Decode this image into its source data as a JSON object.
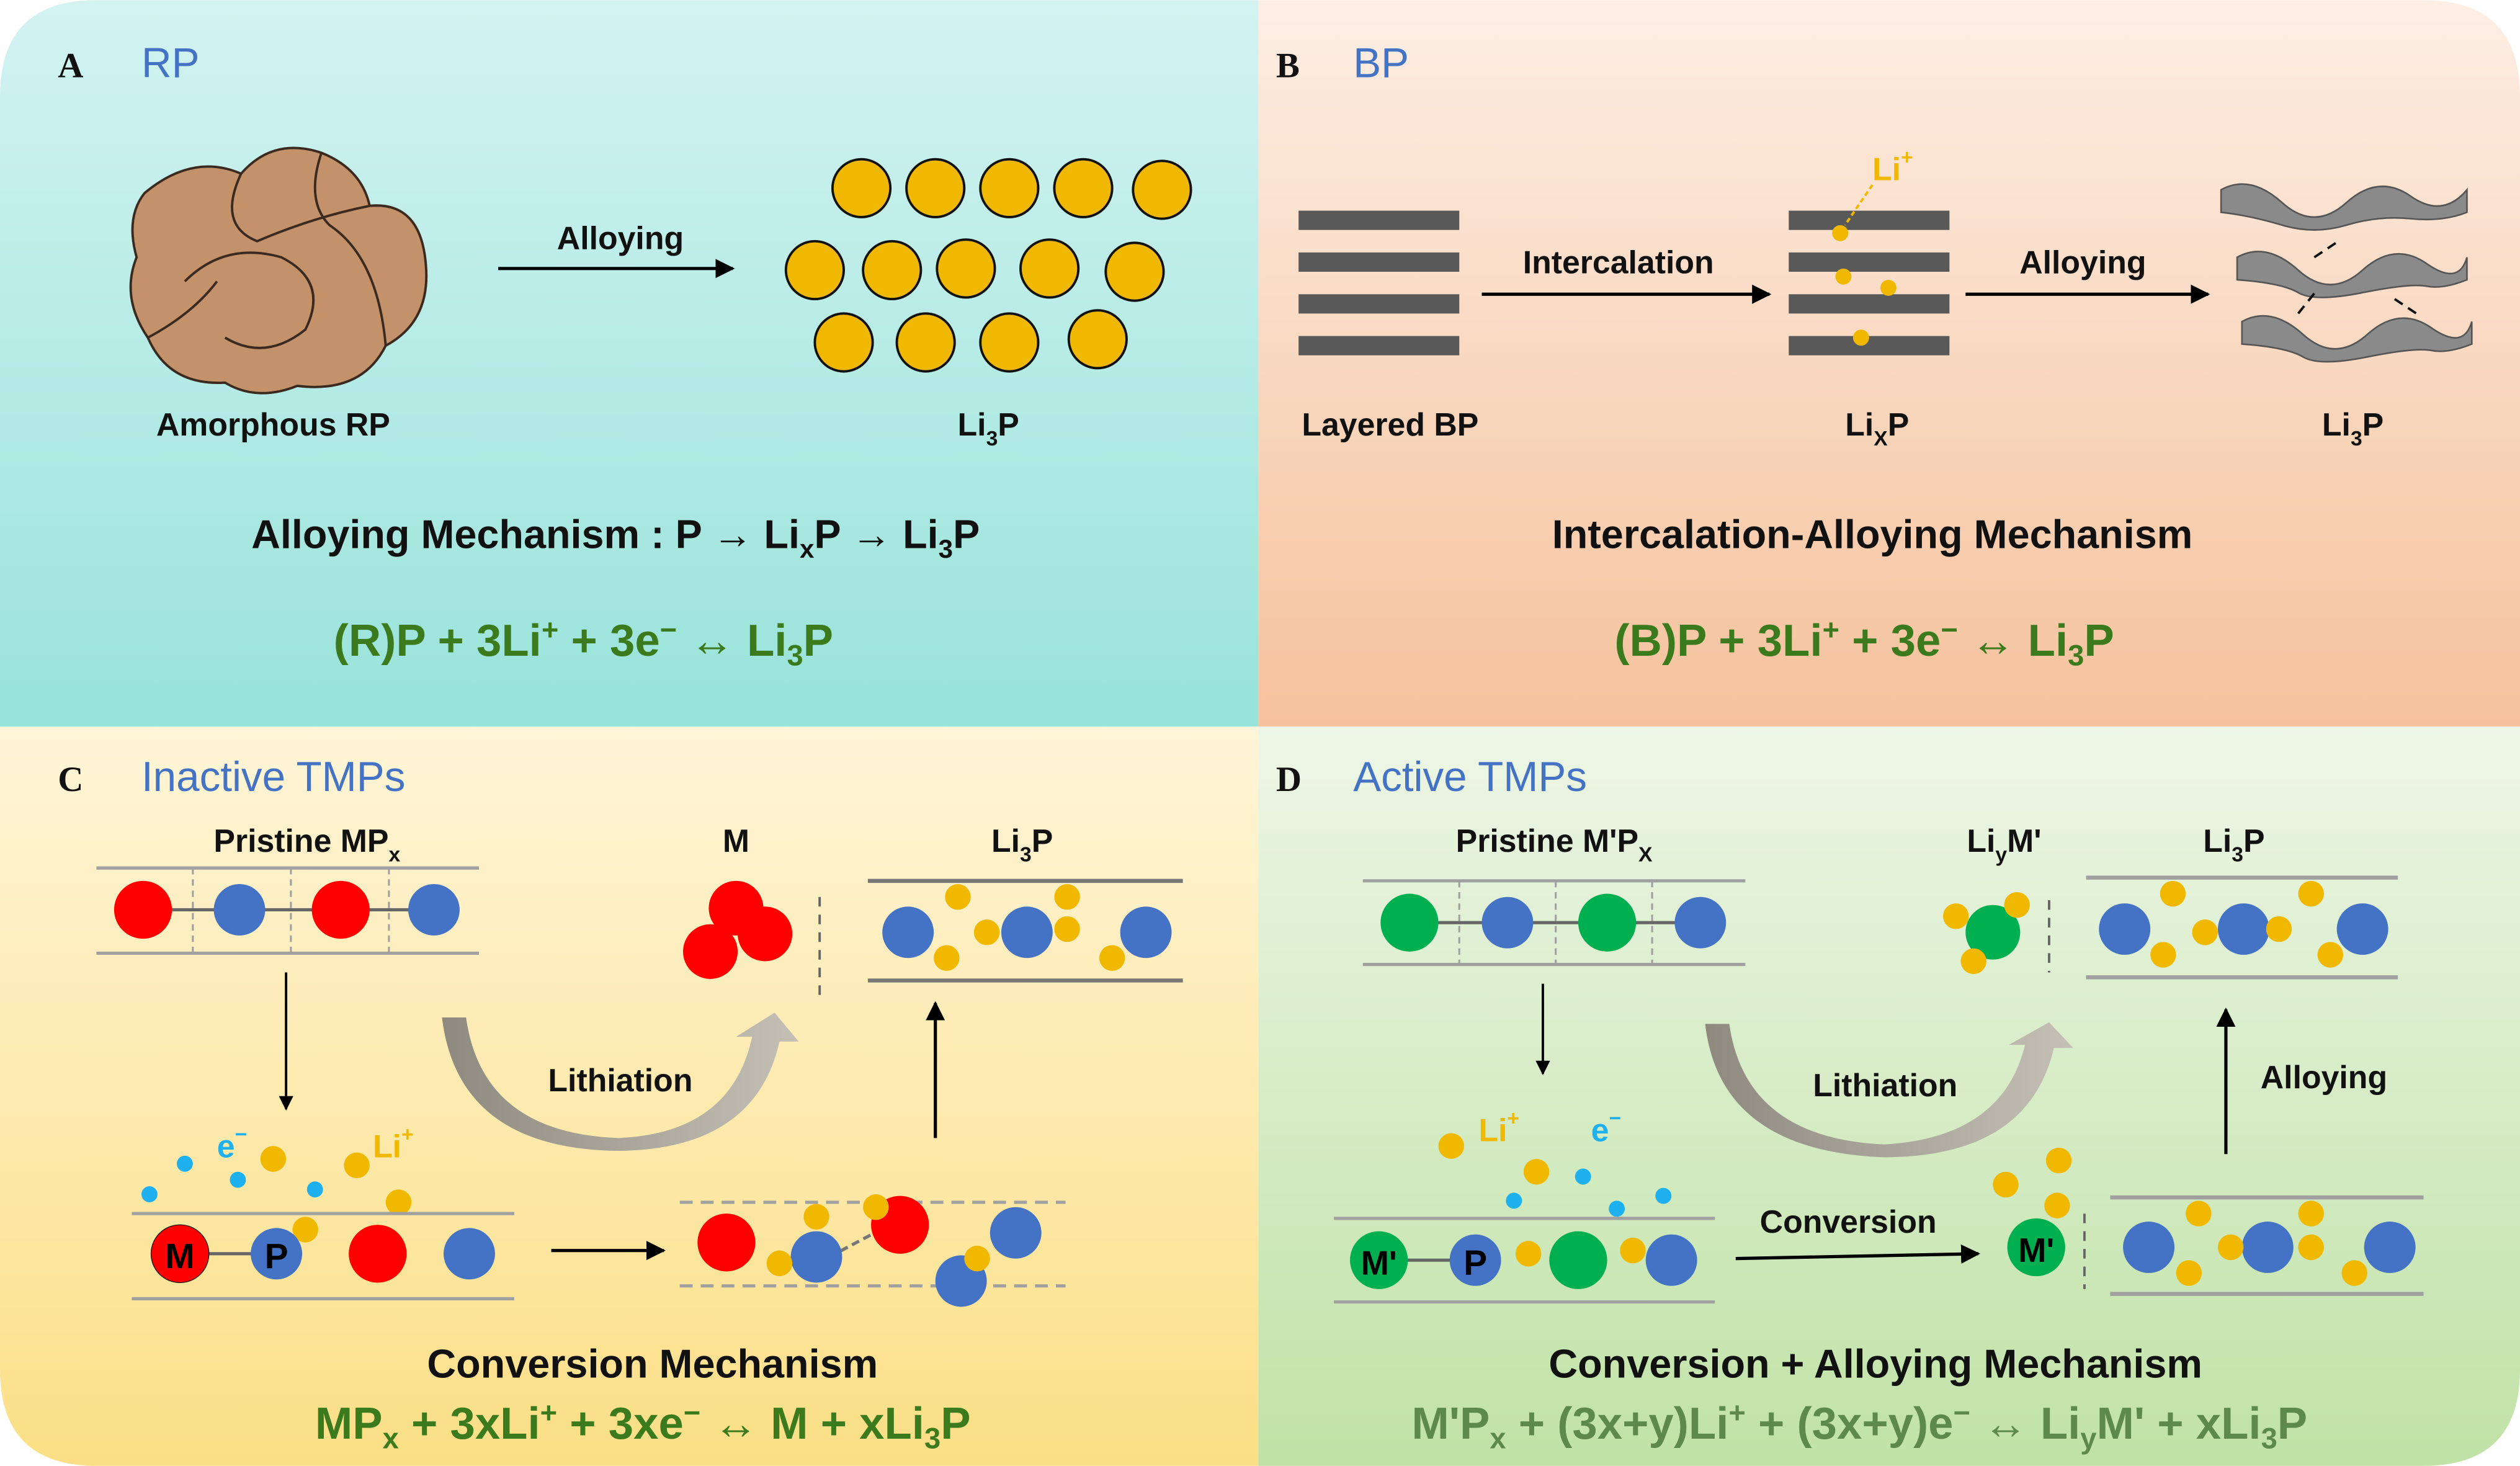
{
  "panelA": {
    "letter": "A",
    "title": "RP",
    "reactant": "Amorphous RP",
    "arrow": "Alloying",
    "product": [
      [
        "Li",
        ""
      ],
      [
        "3",
        "sub"
      ],
      [
        "P",
        ""
      ]
    ],
    "mechanism": [
      [
        "Alloying Mechanism : P → Li",
        ""
      ],
      [
        "x",
        "sub"
      ],
      [
        "P → Li",
        ""
      ],
      [
        "3",
        "sub"
      ],
      [
        "P",
        ""
      ]
    ],
    "equation": [
      [
        "(R)P + 3Li",
        ""
      ],
      [
        "+",
        "sup"
      ],
      [
        " + 3e",
        ""
      ],
      [
        "−",
        "sup"
      ],
      [
        " ↔ Li",
        ""
      ],
      [
        "3",
        "sub"
      ],
      [
        "P",
        ""
      ]
    ]
  },
  "panelB": {
    "letter": "B",
    "title": "BP",
    "reactant": "Layered BP",
    "arrow1": "Intercalation",
    "arrow2": "Alloying",
    "li_ion": [
      [
        "Li",
        ""
      ],
      [
        "+",
        "sup"
      ]
    ],
    "intermediate": [
      [
        "Li",
        ""
      ],
      [
        "X",
        "sub"
      ],
      [
        "P",
        ""
      ]
    ],
    "product": [
      [
        "Li",
        ""
      ],
      [
        "3",
        "sub"
      ],
      [
        "P",
        ""
      ]
    ],
    "mechanism": [
      [
        "Intercalation-Alloying Mechanism",
        ""
      ]
    ],
    "equation": [
      [
        "(B)P + 3Li",
        ""
      ],
      [
        "+",
        "sup"
      ],
      [
        " + 3e",
        ""
      ],
      [
        "−",
        "sup"
      ],
      [
        " ↔ Li",
        ""
      ],
      [
        "3",
        "sub"
      ],
      [
        "P",
        ""
      ]
    ]
  },
  "panelC": {
    "letter": "C",
    "title": "Inactive TMPs",
    "pristine": [
      [
        "Pristine MP",
        ""
      ],
      [
        "x",
        "sub"
      ]
    ],
    "metal": [
      [
        "M",
        ""
      ]
    ],
    "product": [
      [
        "Li",
        ""
      ],
      [
        "3",
        "sub"
      ],
      [
        "P",
        ""
      ]
    ],
    "lithiation": "Lithiation",
    "electron": [
      [
        "e",
        ""
      ],
      [
        "−",
        "sup"
      ]
    ],
    "li_ion": [
      [
        "Li",
        ""
      ],
      [
        "+",
        "sup"
      ]
    ],
    "atom_m": "M",
    "atom_p": "P",
    "mechanism": [
      [
        "Conversion Mechanism",
        ""
      ]
    ],
    "equation": [
      [
        "MP",
        ""
      ],
      [
        "x",
        "sub"
      ],
      [
        " + 3xLi",
        ""
      ],
      [
        "+",
        "sup"
      ],
      [
        " + 3xe",
        ""
      ],
      [
        "−",
        "sup"
      ],
      [
        " ↔ M + xLi",
        ""
      ],
      [
        "3",
        "sub"
      ],
      [
        "P",
        ""
      ]
    ]
  },
  "panelD": {
    "letter": "D",
    "title": "Active TMPs",
    "pristine": [
      [
        "Pristine M'P",
        ""
      ],
      [
        "X",
        "sub"
      ]
    ],
    "alloy": [
      [
        "Li",
        ""
      ],
      [
        "y",
        "sub"
      ],
      [
        "M'",
        ""
      ]
    ],
    "product": [
      [
        "Li",
        ""
      ],
      [
        "3",
        "sub"
      ],
      [
        "P",
        ""
      ]
    ],
    "lithiation": "Lithiation",
    "alloying": "Alloying",
    "conversion": "Conversion",
    "electron": [
      [
        "e",
        ""
      ],
      [
        "−",
        "sup"
      ]
    ],
    "li_ion": [
      [
        "Li",
        ""
      ],
      [
        "+",
        "sup"
      ]
    ],
    "atom_m": "M'",
    "atom_p": "P",
    "mechanism": [
      [
        "Conversion + Alloying Mechanism",
        ""
      ]
    ],
    "equation": [
      [
        "M'P",
        ""
      ],
      [
        "x",
        "sub"
      ],
      [
        " + (3x+y)Li",
        ""
      ],
      [
        "+",
        "sup"
      ],
      [
        " + (3x+y)e",
        ""
      ],
      [
        "−",
        "sup"
      ],
      [
        " ↔ Li",
        ""
      ],
      [
        "y",
        "sub"
      ],
      [
        "M' + xLi",
        ""
      ],
      [
        "3",
        "sub"
      ],
      [
        "P",
        ""
      ]
    ]
  },
  "colors": {
    "title_blue": "#4472c4",
    "equation_green": "#3c7a1e",
    "li_gold": "#f0b800",
    "metal_red": "#ff0000",
    "phosphorus_blue": "#4472c4",
    "active_metal_green": "#00b050",
    "electron_blue": "#1fb0f0"
  }
}
